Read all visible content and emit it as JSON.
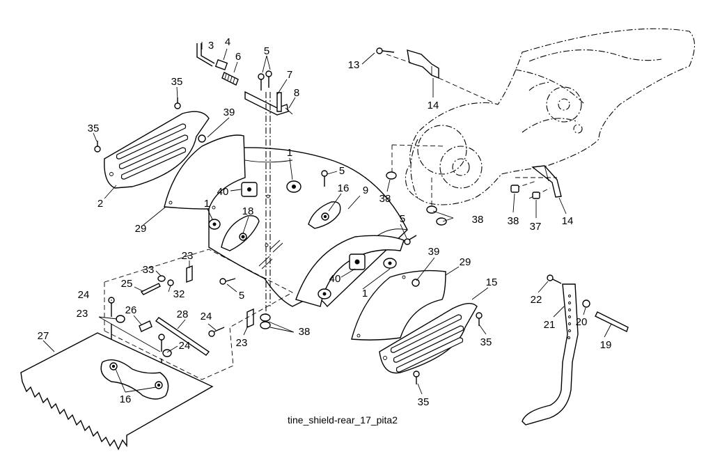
{
  "caption": "tine_shield-rear_17_pita2",
  "callouts": [
    {
      "id": "c3",
      "label": "3"
    },
    {
      "id": "c4",
      "label": "4"
    },
    {
      "id": "c5a",
      "label": "5"
    },
    {
      "id": "c6",
      "label": "6"
    },
    {
      "id": "c7",
      "label": "7"
    },
    {
      "id": "c8",
      "label": "8"
    },
    {
      "id": "c35a",
      "label": "35"
    },
    {
      "id": "c39a",
      "label": "39"
    },
    {
      "id": "c35b",
      "label": "35"
    },
    {
      "id": "c1a",
      "label": "1"
    },
    {
      "id": "c5b",
      "label": "5"
    },
    {
      "id": "c16a",
      "label": "16"
    },
    {
      "id": "c9",
      "label": "9"
    },
    {
      "id": "c2",
      "label": "2"
    },
    {
      "id": "c40a",
      "label": "40"
    },
    {
      "id": "c1b",
      "label": "1"
    },
    {
      "id": "c18",
      "label": "18"
    },
    {
      "id": "c29a",
      "label": "29"
    },
    {
      "id": "c5c",
      "label": "5"
    },
    {
      "id": "c39b",
      "label": "39"
    },
    {
      "id": "c29b",
      "label": "29"
    },
    {
      "id": "c23a",
      "label": "23"
    },
    {
      "id": "c33",
      "label": "33"
    },
    {
      "id": "c25",
      "label": "25"
    },
    {
      "id": "c32",
      "label": "32"
    },
    {
      "id": "c5d",
      "label": "5"
    },
    {
      "id": "c40b",
      "label": "40"
    },
    {
      "id": "c1c",
      "label": "1"
    },
    {
      "id": "c15",
      "label": "15"
    },
    {
      "id": "c24a",
      "label": "24"
    },
    {
      "id": "c23b",
      "label": "23"
    },
    {
      "id": "c26",
      "label": "26"
    },
    {
      "id": "c28",
      "label": "28"
    },
    {
      "id": "c24b",
      "label": "24"
    },
    {
      "id": "c23c",
      "label": "23"
    },
    {
      "id": "c38a",
      "label": "38"
    },
    {
      "id": "c27",
      "label": "27"
    },
    {
      "id": "c24c",
      "label": "24"
    },
    {
      "id": "c35c",
      "label": "35"
    },
    {
      "id": "c16b",
      "label": "16"
    },
    {
      "id": "c35d",
      "label": "35"
    },
    {
      "id": "c13",
      "label": "13"
    },
    {
      "id": "c14a",
      "label": "14"
    },
    {
      "id": "c38b",
      "label": "38"
    },
    {
      "id": "c38c",
      "label": "38"
    },
    {
      "id": "c38d",
      "label": "38"
    },
    {
      "id": "c37",
      "label": "37"
    },
    {
      "id": "c14b",
      "label": "14"
    },
    {
      "id": "c22",
      "label": "22"
    },
    {
      "id": "c20",
      "label": "20"
    },
    {
      "id": "c21",
      "label": "21"
    },
    {
      "id": "c19",
      "label": "19"
    }
  ]
}
